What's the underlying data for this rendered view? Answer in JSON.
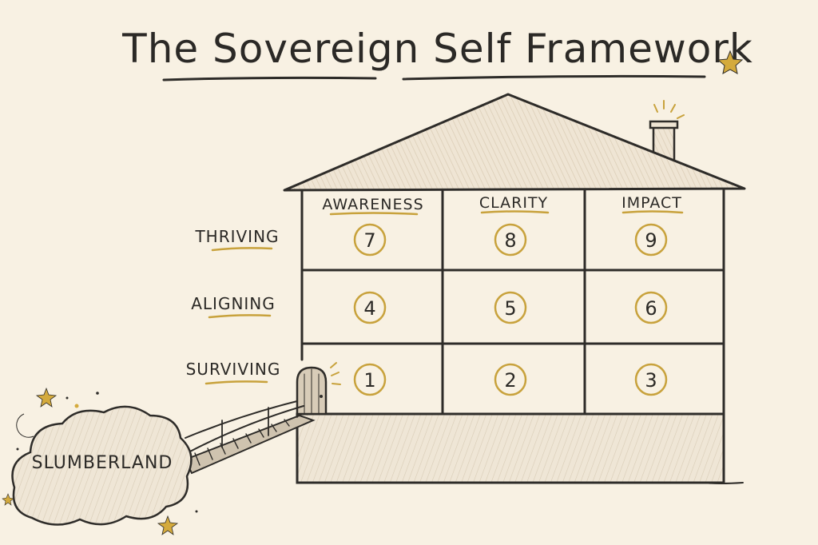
{
  "title": "The Sovereign Self Framework",
  "colors": {
    "ink": "#2e2c29",
    "gold": "#c8a23c",
    "paper": "#f8f1e3",
    "hatch": "#e6dccb"
  },
  "columns": [
    "Awareness",
    "Clarity",
    "Impact"
  ],
  "rows": [
    {
      "label": "Thriving",
      "cells": [
        "7",
        "8",
        "9"
      ]
    },
    {
      "label": "Aligning",
      "cells": [
        "4",
        "5",
        "6"
      ]
    },
    {
      "label": "Surviving",
      "cells": [
        "1",
        "2",
        "3"
      ]
    }
  ],
  "cloud_label": "Slumberland",
  "icons": [
    "star-icon",
    "moon-icon",
    "door-icon",
    "chimney-icon",
    "bridge-icon"
  ]
}
